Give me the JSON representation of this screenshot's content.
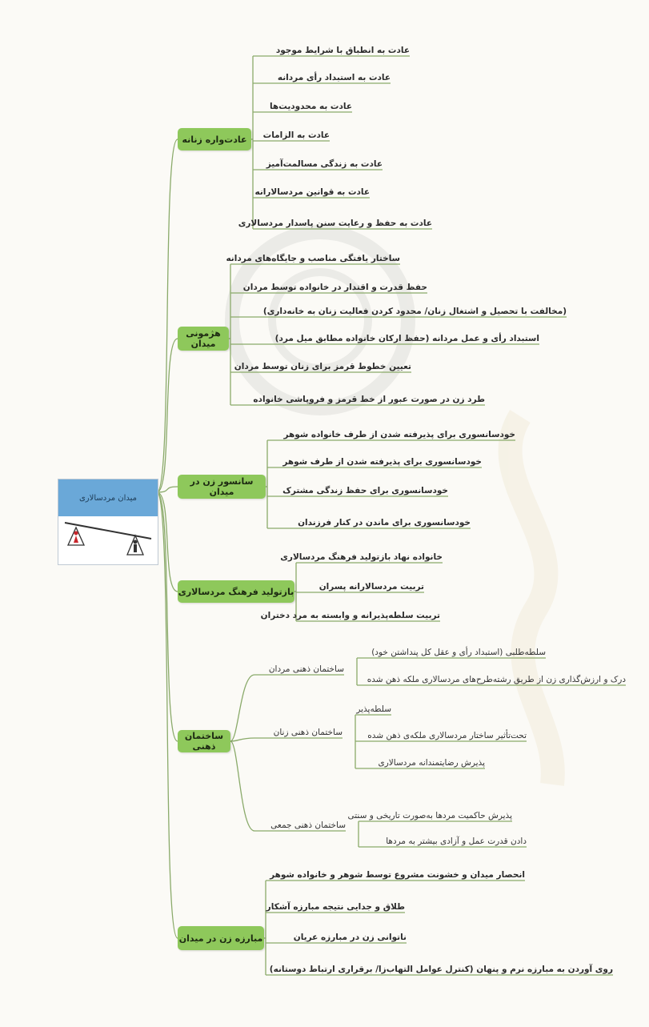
{
  "root": {
    "label": "میدان مردسالاری",
    "figures": [
      "female-figure-icon",
      "male-figure-icon"
    ]
  },
  "branches": [
    {
      "label": "عادت‌واره زنانه",
      "items": [
        "عادت به انطباق با شرایط موجود",
        "عادت به استبداد رأی مردانه",
        "عادت به محدودیت‌ها",
        "عادت به الزامات",
        "عادت به زندگی مسالمت‌آمیز",
        "عادت به قوانین مردسالارانه",
        "عادت به حفظ و رعایت سنن پاسدار مردسالاری"
      ]
    },
    {
      "label": "هژمونی میدان",
      "items": [
        "ساختار یافتگی مناصب و جایگاه‌های مردانه",
        "حفظ قدرت و اقتدار در خانواده توسط مردان",
        "(مخالفت با تحصیل و اشتغال زنان/ محدود کردن فعالیت زنان به خانه‌داری)",
        "استبداد رأی و عمل مردانه (حفظ ارکان خانواده مطابق میل مرد)",
        "تعیین خطوط قرمز برای زنان توسط مردان",
        "طرد زن در صورت عبور از خط قرمز و فروپاشی خانواده"
      ]
    },
    {
      "label": "سانسور زن در میدان",
      "items": [
        "خودسانسوری برای پذیرفته شدن از طرف خانواده شوهر",
        "خودسانسوری برای پذیرفته شدن از طرف شوهر",
        "خودسانسوری برای حفظ زندگی مشترک",
        "خودسانسوری برای ماندن در کنار فرزندان"
      ]
    },
    {
      "label": "بازتولید فرهنگ مردسالاری",
      "items": [
        "خانواده نهاد بازتولید فرهنگ مردسالاری",
        "تربیت مردسالارانه پسران",
        "تربیت سلطه‌پذیرانه و وابسته به مرد دختران"
      ]
    },
    {
      "label": "ساختمان ذهنی",
      "subs": [
        {
          "label": "ساختمان ذهنی مردان",
          "items": [
            "سلطه‌طلبی (استبداد رأی و عقل کل پنداشتن خود)",
            "درک و ارزش‌گذاری زن از طریق رشته‌طرح‌های مردسالاری ملکه ذهن شده"
          ]
        },
        {
          "label": "ساختمان ذهنی زنان",
          "items": [
            "سلطه‌پذیر",
            "تحت‌تأثیر ساختار مردسالاری ملکه‌ی ذهن شده",
            "پذیرش رضایتمندانه مردسالاری"
          ]
        },
        {
          "label": "ساختمان ذهنی جمعی",
          "items": [
            "پذیرش حاکمیت مردها به‌صورت تاریخی و سنتی",
            "دادن قدرت عمل و آزادی بیشتر به مردها"
          ]
        }
      ]
    },
    {
      "label": "مبارزه زن در میدان",
      "items": [
        "انحصار میدان و خشونت مشروع توسط شوهر و خانواده شوهر",
        "طلاق و جدایی نتیجه مبارزه آشکار",
        "ناتوانی زن در مبارزه عریان",
        "روی آوردن به مبارزه نرم و پنهان (کنترل عوامل التهاب‌زا/ برقراری ارتباط دوستانه)"
      ]
    }
  ],
  "colors": {
    "branch": "#8ec85b",
    "line": "#8aaa6a",
    "root_head": "#6aa8d8",
    "female": "#c8262c",
    "male": "#333333"
  }
}
